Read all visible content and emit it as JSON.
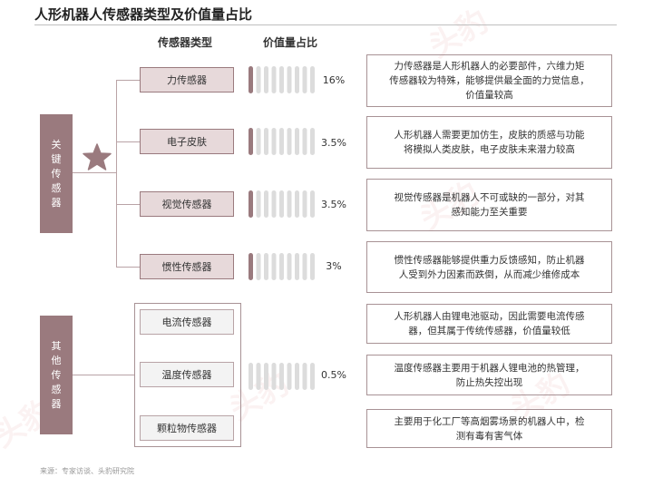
{
  "title": "人形机器人传感器类型及价值量占比",
  "headers": {
    "sensor_type": "传感器类型",
    "value_share": "价值量占比"
  },
  "categories": [
    {
      "label": [
        "关",
        "键",
        "传",
        "感",
        "器"
      ]
    },
    {
      "label": [
        "其",
        "他",
        "传",
        "感",
        "器"
      ]
    }
  ],
  "colors": {
    "accent": "#9a7a7e",
    "bar_filled": "#9a7a7e",
    "bar_empty": "#dcdcdc"
  },
  "chart_data": {
    "type": "table",
    "rows": [
      {
        "sensor": "力传感器",
        "share": "16%",
        "share_value": 16,
        "filled_bars": 1,
        "description": [
          "力传感器是人形机器人的必要部件，六维力矩",
          "传感器较为特殊，能够提供最全面的力觉信息，",
          "价值量较高"
        ]
      },
      {
        "sensor": "电子皮肤",
        "share": "3.5%",
        "share_value": 3.5,
        "filled_bars": 1,
        "description": [
          "人形机器人需要更加仿生，皮肤的质感与功能",
          "将模拟人类皮肤，电子皮肤未来潜力较高"
        ]
      },
      {
        "sensor": "视觉传感器",
        "share": "3.5%",
        "share_value": 3.5,
        "filled_bars": 1,
        "description": [
          "视觉传感器是机器人不可或缺的一部分，对其",
          "感知能力至关重要"
        ]
      },
      {
        "sensor": "惯性传感器",
        "share": "3%",
        "share_value": 3,
        "filled_bars": 1,
        "description": [
          "惯性传感器能够提供重力反馈感知，防止机器",
          "人受到外力因素而跌倒，从而减少维修成本"
        ]
      },
      {
        "sensor": "电流传感器",
        "share": "",
        "description": [
          "人形机器人由锂电池驱动，因此需要电流传感",
          "器，但其属于传统传感器，价值量较低"
        ]
      },
      {
        "sensor": "温度传感器",
        "share": "0.5%",
        "share_value": 0.5,
        "filled_bars": 0,
        "description": [
          "温度传感器主要用于机器人锂电池的热管理，",
          "防止热失控出现"
        ]
      },
      {
        "sensor": "颗粒物传感器",
        "share": "",
        "description": [
          "主要用于化工厂等高烟雾场景的机器人中，检",
          "测有毒有害气体"
        ]
      }
    ],
    "bar_count": 10
  },
  "source": "来源：专家访谈、头豹研究院",
  "watermark": "头豹"
}
